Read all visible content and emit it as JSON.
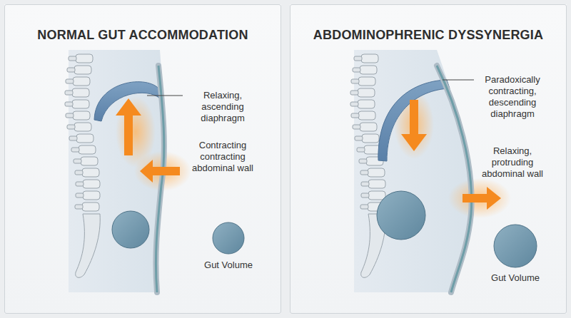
{
  "diagram": {
    "nodes": [
      {
        "text": [
          "NORMAL GUT ACCOMMODATION"
        ]
      },
      {
        "text": [
          "ABDOMINOPHRENIC DYSSYNERGIA"
        ]
      }
    ],
    "labels": [
      "Relaxing, ascending diaphragm",
      "Contracting contracting abdominal wall",
      "Gut Volume",
      "Paradoxically contracting, descending diaphragm",
      "Relaxing, protruding abdominal wall",
      "Gut Volume"
    ]
  }
}
